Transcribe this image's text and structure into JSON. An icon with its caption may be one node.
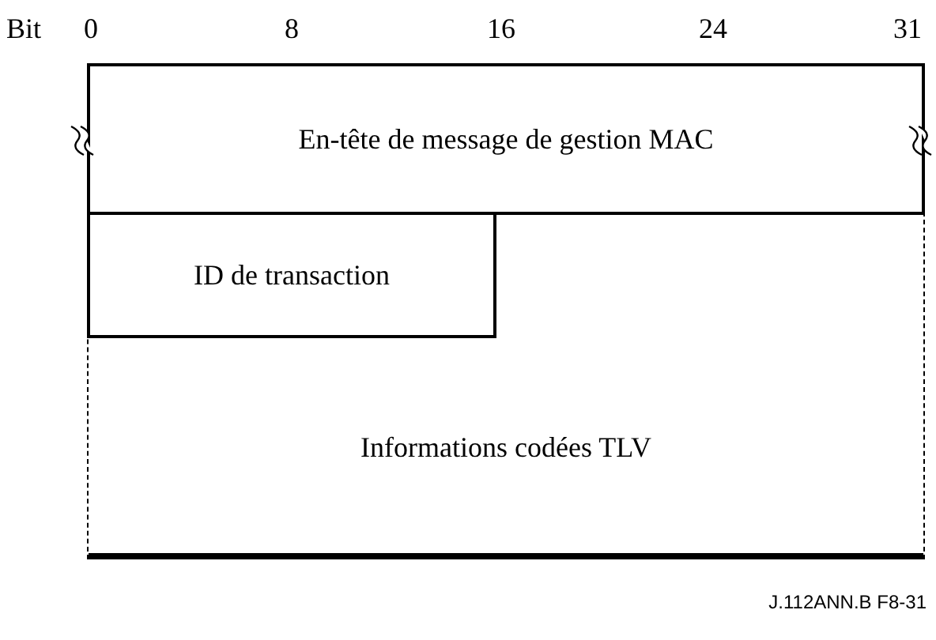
{
  "diagram": {
    "caption": "J.112ANN.B F8-31",
    "nodes": [
      {
        "text": [
          "En-tête de message de gestion MAC"
        ]
      },
      {
        "text": [
          "Informations codées TLV"
        ]
      },
      {
        "text": [
          "ID de transaction"
        ],
        "in": 1
      }
    ],
    "labels": [
      "Bit",
      "0",
      "8",
      "16",
      "24",
      "31"
    ]
  }
}
